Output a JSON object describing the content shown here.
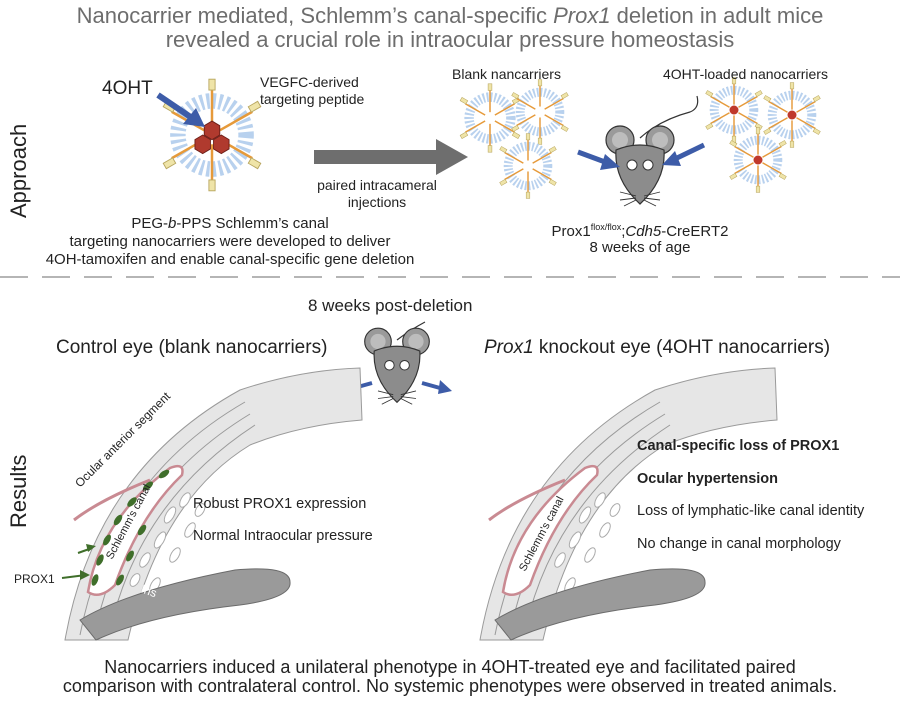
{
  "header": {
    "title_line1": {
      "pre": "Nanocarrier mediated, Schlemm’s canal-specific ",
      "em": "Prox1",
      "post": " deletion in adult mice"
    },
    "title_line2": "revealed a crucial role in intraocular pressure homeostasis"
  },
  "approach": {
    "section_label": "Approach",
    "drug_label": "4OHT",
    "peptide_label_1": "VEGFC-derived",
    "peptide_label_2": "targeting peptide",
    "arrow_label_1": "paired intracameral",
    "arrow_label_2": "injections",
    "desc_line1": {
      "pre": "PEG-",
      "em": "b",
      "post": "-PPS Schlemm’s canal"
    },
    "desc_line2": "targeting nanocarriers were developed to deliver",
    "desc_line3": "4OH-tamoxifen and enable canal-specific gene deletion",
    "blank_label": "Blank nancarriers",
    "loaded_label": "4OHT-loaded nanocarriers",
    "genotype": {
      "base": "Prox1",
      "sup": "flox/flox",
      "sep": ";",
      "em": "Cdh5",
      "post": "-CreERT2"
    },
    "age": "8 weeks of age"
  },
  "results": {
    "section_label": "Results",
    "timepoint": "8 weeks post-deletion",
    "control_title": "Control eye (blank nanocarriers)",
    "ko_title": {
      "em": "Prox1",
      "post": " knockout eye (4OHT nanocarriers)"
    },
    "labels": {
      "segment": "Ocular anterior segment",
      "canal": "Schlemm's canal",
      "iris": "Iris",
      "prox1": "PROX1"
    },
    "control_findings": [
      "Robust PROX1 expression",
      "Normal Intraocular pressure"
    ],
    "ko_findings": [
      {
        "text": "Canal-specific loss of PROX1",
        "bold": true
      },
      {
        "text": "Ocular hypertension",
        "bold": true
      },
      {
        "text": "Loss of lymphatic-like canal identity",
        "bold": false
      },
      {
        "text": "No change in canal morphology",
        "bold": false
      }
    ]
  },
  "summary": {
    "line1": "Nanocarriers induced a unilateral phenotype in 4OHT-treated eye and facilitated paired",
    "line2": "comparison with contralateral control. No systemic phenotypes were observed in treated animals."
  },
  "colors": {
    "arrow_blue": "#3d5ca8",
    "peg_blue": "#9fc0e6",
    "peptide_orange": "#e69a3a",
    "drug_red": "#c0392b",
    "canal_pink": "#c98a92",
    "prox1_green": "#3f6e2a",
    "gray_arrow": "#6e6e6e"
  }
}
